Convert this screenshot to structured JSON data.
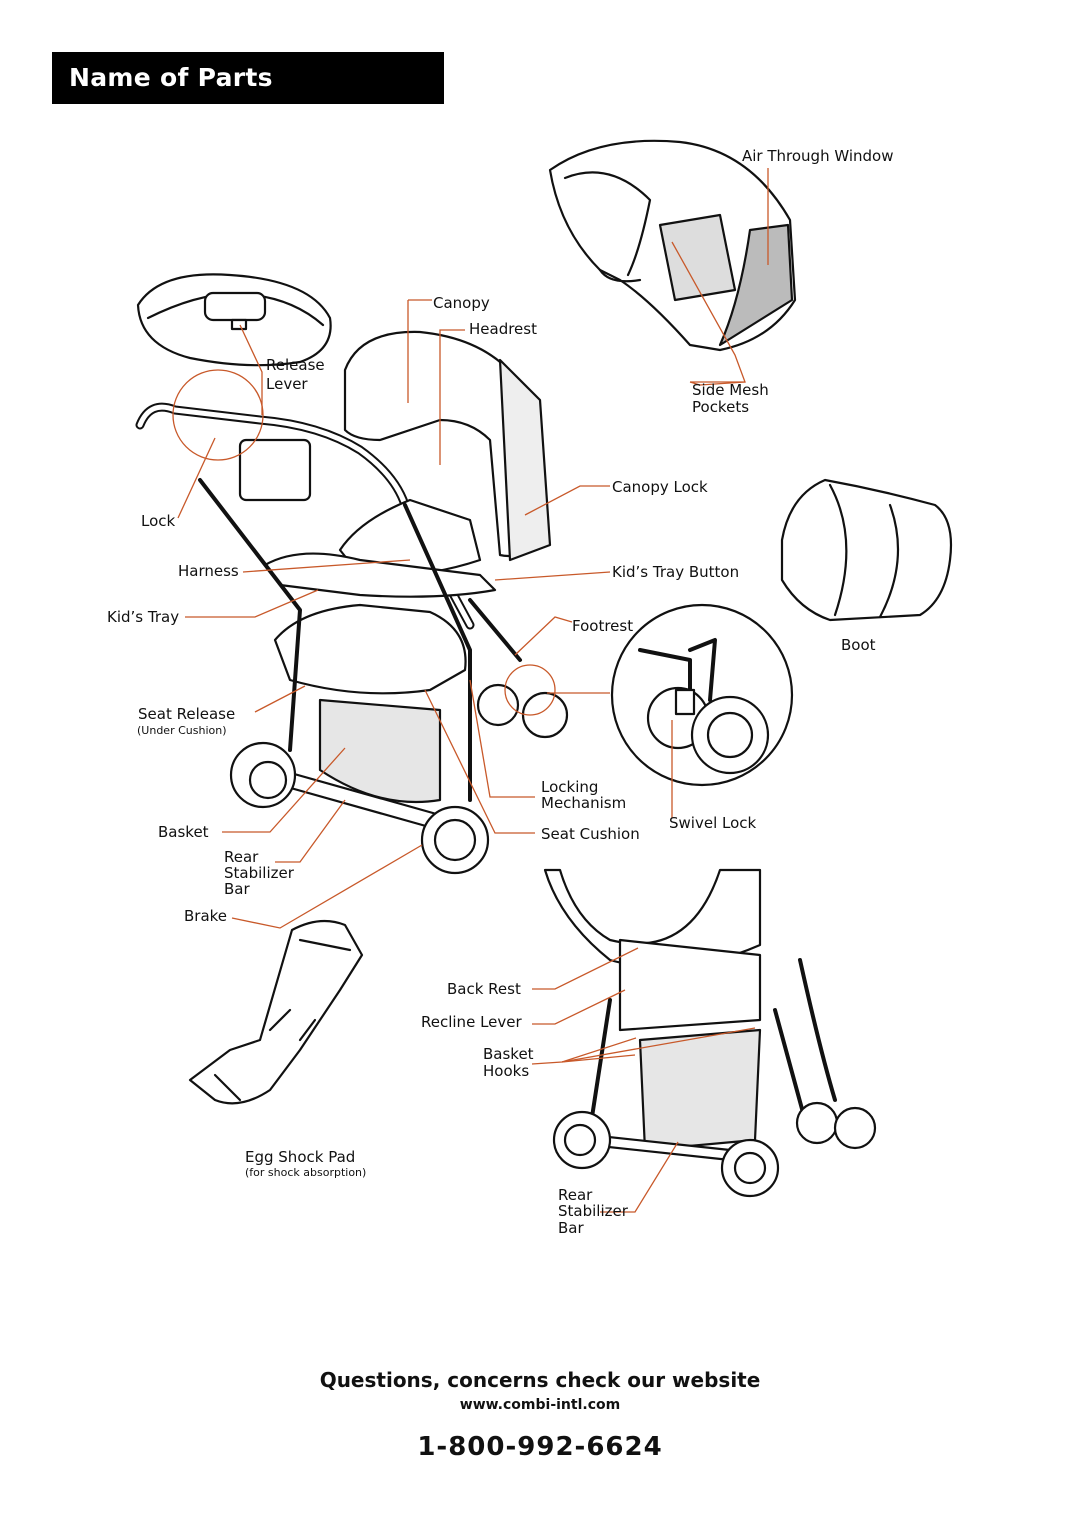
{
  "header": {
    "title": "Name of Parts"
  },
  "parts": {
    "air_through_window": "Air Through Window",
    "canopy": "Canopy",
    "headrest": "Headrest",
    "release": "Release",
    "lever": "Lever",
    "side_mesh": "Side Mesh",
    "pockets": "Pockets",
    "canopy_lock": "Canopy Lock",
    "lock": "Lock",
    "harness": "Harness",
    "kids_tray_button": "Kid’s Tray Button",
    "kids_tray": "Kid’s Tray",
    "footrest": "Footrest",
    "boot": "Boot",
    "seat_release": "Seat Release",
    "under_cushion": "(Under Cushion)",
    "locking": "Locking",
    "mechanism": "Mechanism",
    "swivel_lock": "Swivel Lock",
    "basket": "Basket",
    "seat_cushion": "Seat Cushion",
    "rear": "Rear",
    "stabilizer": "Stabilizer",
    "bar": "Bar",
    "brake": "Brake",
    "back_rest": "Back Rest",
    "recline_lever": "Recline Lever",
    "basket2": "Basket",
    "hooks": "Hooks",
    "egg_shock_pad": "Egg Shock Pad",
    "for_shock_absorption": "(for shock absorption)",
    "rear2": "Rear",
    "stabilizer2": "Stabilizer",
    "bar2": "Bar"
  },
  "footer": {
    "question": "Questions, concerns check our website",
    "url": "www.combi-intl.com",
    "phone": "1-800-992-6624"
  },
  "colors": {
    "leader": "#c8592a",
    "ink": "#111111",
    "title_bg": "#000000"
  }
}
